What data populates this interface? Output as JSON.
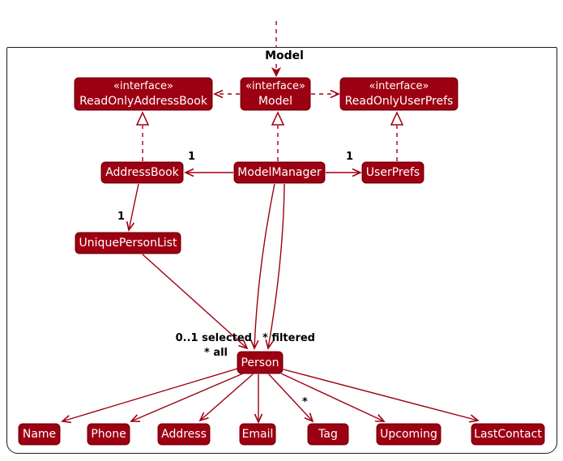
{
  "diagram": {
    "title": "Model",
    "colors": {
      "node_fill": "#9d0012",
      "node_border": "#6e0009",
      "edge": "#9d0012",
      "label_text": "#000000",
      "node_text": "#ffffff",
      "frame_border": "#1c1c1c"
    },
    "nodes": {
      "readonly_addressbook": {
        "stereotype": "«interface»",
        "name": "ReadOnlyAddressBook"
      },
      "model_interface": {
        "stereotype": "«interface»",
        "name": "Model"
      },
      "readonly_userprefs": {
        "stereotype": "«interface»",
        "name": "ReadOnlyUserPrefs"
      },
      "addressbook": {
        "name": "AddressBook"
      },
      "modelmanager": {
        "name": "ModelManager"
      },
      "userprefs": {
        "name": "UserPrefs"
      },
      "uniquepersonlist": {
        "name": "UniquePersonList"
      },
      "person": {
        "name": "Person"
      },
      "name": {
        "name": "Name"
      },
      "phone": {
        "name": "Phone"
      },
      "address": {
        "name": "Address"
      },
      "email": {
        "name": "Email"
      },
      "tag": {
        "name": "Tag"
      },
      "upcoming": {
        "name": "Upcoming"
      },
      "lastcontact": {
        "name": "LastContact"
      }
    },
    "edge_labels": {
      "modelmanager_addressbook_mult": "1",
      "modelmanager_userprefs_mult": "1",
      "addressbook_uniquepersonlist_mult": "1",
      "selected": "0..1 selected",
      "filtered": "* filtered",
      "all": "* all",
      "tag_mult": "*"
    }
  }
}
